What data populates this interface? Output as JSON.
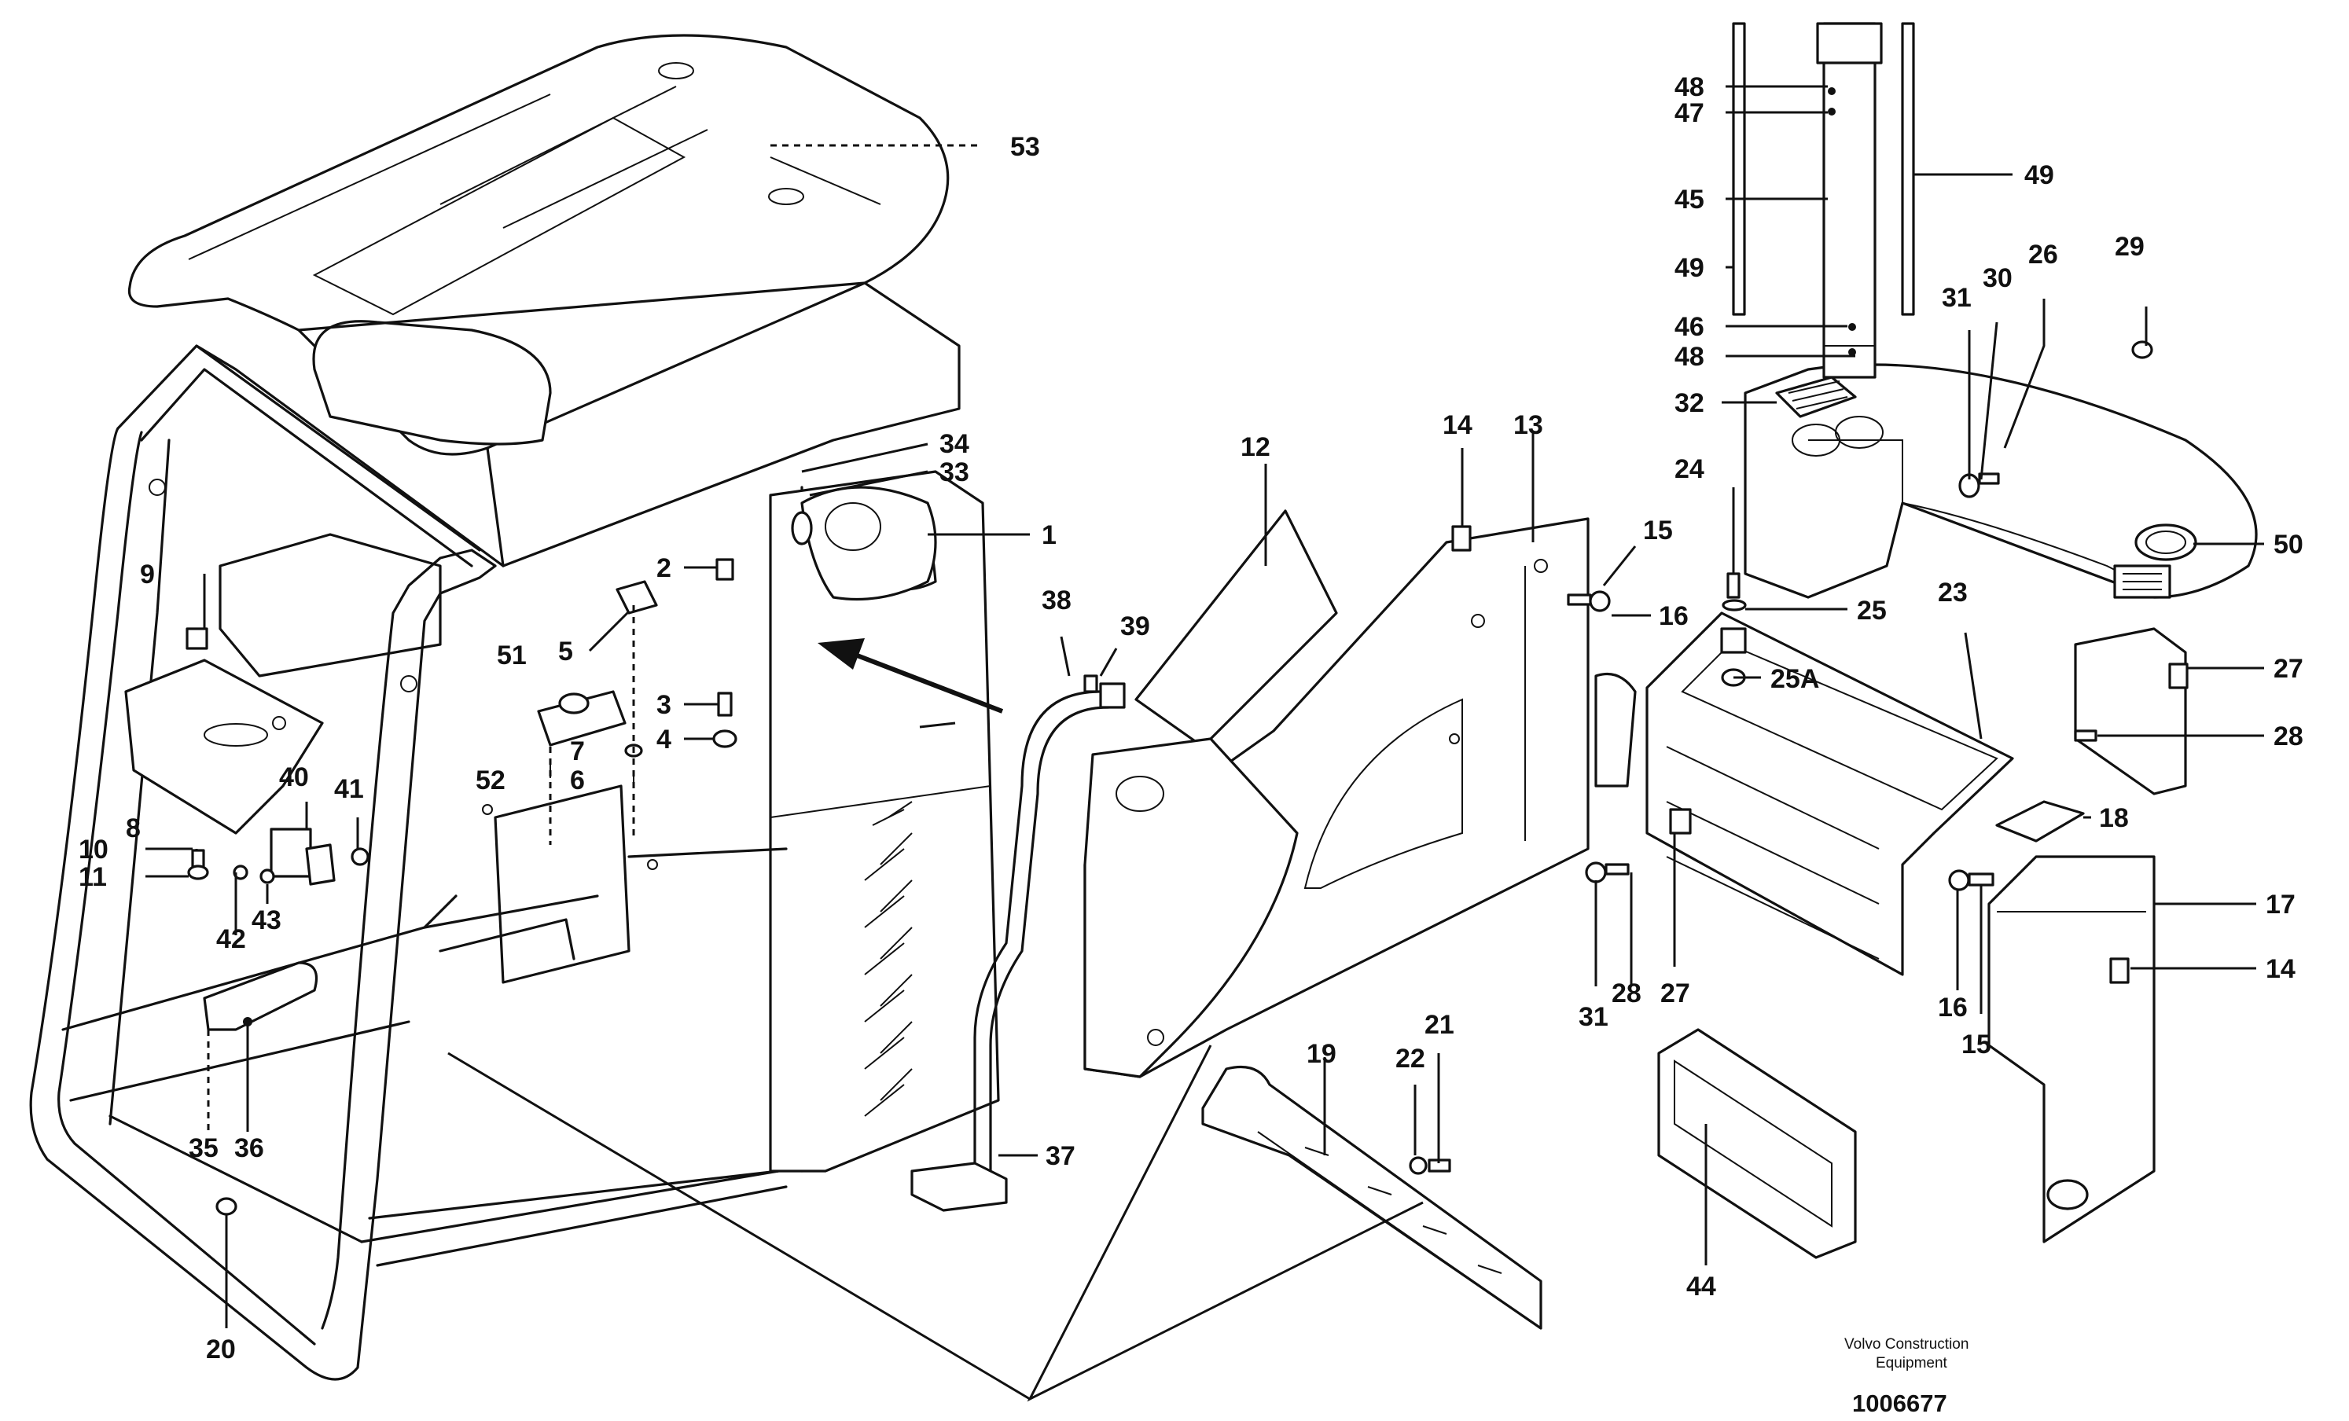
{
  "callouts": {
    "c1": "1",
    "c2": "2",
    "c3": "3",
    "c4": "4",
    "c5": "5",
    "c6": "6",
    "c7": "7",
    "c8": "8",
    "c9": "9",
    "c10": "10",
    "c11": "11",
    "c12": "12",
    "c13": "13",
    "c14a": "14",
    "c14b": "14",
    "c15a": "15",
    "c15b": "15",
    "c16a": "16",
    "c16b": "16",
    "c17": "17",
    "c18": "18",
    "c19": "19",
    "c20": "20",
    "c21": "21",
    "c22": "22",
    "c23": "23",
    "c24": "24",
    "c25": "25",
    "c25a": "25A",
    "c26": "26",
    "c27a": "27",
    "c27b": "27",
    "c28a": "28",
    "c28b": "28",
    "c29": "29",
    "c30": "30",
    "c31a": "31",
    "c31b": "31",
    "c32": "32",
    "c33": "33",
    "c34": "34",
    "c35": "35",
    "c36": "36",
    "c37": "37",
    "c38": "38",
    "c39": "39",
    "c40": "40",
    "c41": "41",
    "c42": "42",
    "c43": "43",
    "c44": "44",
    "c45": "45",
    "c46": "46",
    "c47": "47",
    "c48a": "48",
    "c48b": "48",
    "c49a": "49",
    "c49b": "49",
    "c50": "50",
    "c51": "51",
    "c52": "52",
    "c53": "53"
  },
  "footer": {
    "brand_line1": "Volvo Construction",
    "brand_line2": "Equipment",
    "doc_number": "1006677"
  }
}
